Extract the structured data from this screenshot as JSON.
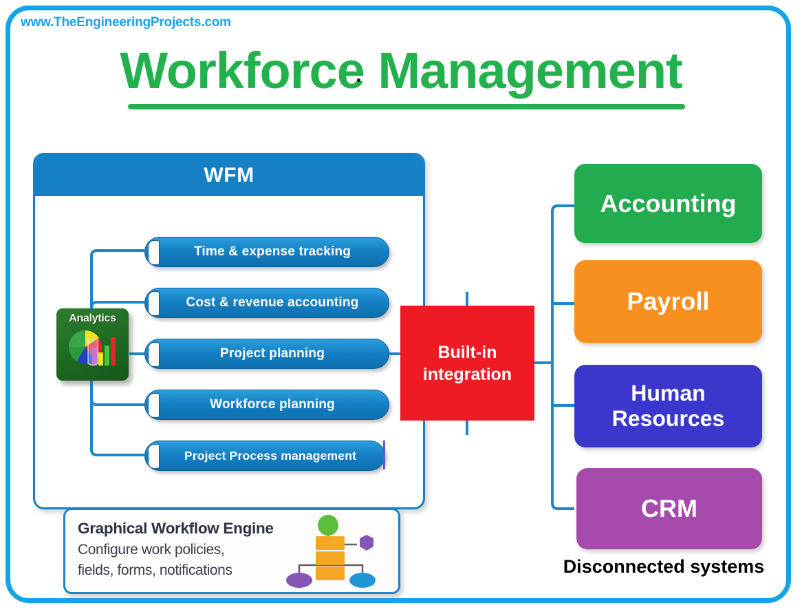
{
  "branding": {
    "site_url": "www.TheEngineeringProjects.com",
    "url_color": "#19a3ea"
  },
  "title": {
    "text": "Workforce Management",
    "color": "#22b14c",
    "underline_color": "#22b14c"
  },
  "wfm_panel": {
    "header": "WFM",
    "header_color": "#1580c4",
    "analytics_icon_label": "Analytics",
    "features": [
      {
        "label": "Time & expense tracking"
      },
      {
        "label": "Cost & revenue accounting"
      },
      {
        "label": "Project planning"
      },
      {
        "label": "Workforce planning"
      },
      {
        "label": "Project Process management"
      }
    ]
  },
  "integration": {
    "line1": "Built-in",
    "line2": "integration",
    "color": "#ee1b24"
  },
  "systems": {
    "caption": "Disconnected systems",
    "items": [
      {
        "label": "Accounting",
        "color": "#22ab4f"
      },
      {
        "label": "Payroll",
        "color": "#f7901e"
      },
      {
        "label": "Human Resources",
        "color": "#3b37cd"
      },
      {
        "label": "CRM",
        "color": "#a64bac"
      }
    ]
  },
  "workflow_engine": {
    "title": "Graphical Workflow Engine",
    "subtitle_line1": "Configure work policies,",
    "subtitle_line2": "fields, forms, notifications"
  }
}
